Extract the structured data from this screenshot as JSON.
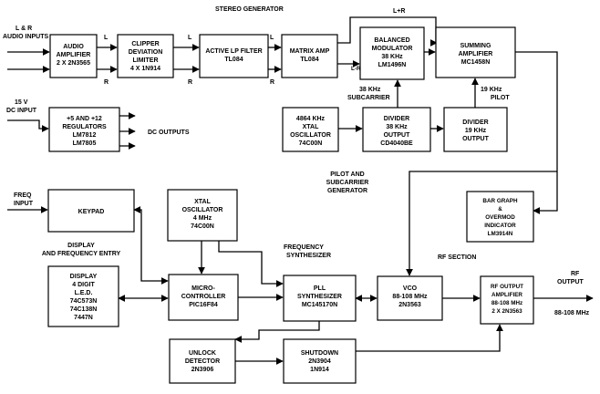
{
  "title": "STEREO GENERATOR",
  "blocks": {
    "audio_amp": [
      "AUDIO",
      "AMPLIFIER",
      "2 X 2N3565"
    ],
    "clipper": [
      "CLIPPER",
      "DEVIATION",
      "LIMITER",
      "4 X 1N914"
    ],
    "lp_filter": [
      "ACTIVE LP FILTER",
      "TL084"
    ],
    "matrix_amp": [
      "MATRIX AMP",
      "TL084"
    ],
    "bal_mod": [
      "BALANCED",
      "MODULATOR",
      "38 KHz",
      "LM1496N"
    ],
    "summing_amp": [
      "SUMMING",
      "AMPLIFIER",
      "MC1458N"
    ],
    "regulators": [
      "+5 AND +12",
      "REGULATORS",
      "LM7812",
      "LM7805"
    ],
    "xtal_osc_top": [
      "4864 KHz",
      "XTAL",
      "OSCILLATOR",
      "74C00N"
    ],
    "divider_38": [
      "DIVIDER",
      "38 KHz",
      "OUTPUT",
      "CD4040BE"
    ],
    "divider_19": [
      "DIVIDER",
      "19 KHz",
      "OUTPUT"
    ],
    "keypad": [
      "KEYPAD"
    ],
    "xtal_osc_4": [
      "XTAL",
      "OSCILLATOR",
      "4 MHz",
      "74C00N"
    ],
    "bar_graph": [
      "BAR GRAPH",
      "&",
      "OVERMOD",
      "INDICATOR",
      "LM3914N"
    ],
    "display": [
      "DISPLAY",
      "4 DIGIT",
      "L.E.D.",
      "74C573N",
      "74C138N",
      "7447N"
    ],
    "micro": [
      "MICRO-",
      "CONTROLLER",
      "PIC16F84"
    ],
    "pll": [
      "PLL",
      "SYNTHESIZER",
      "MC145170N"
    ],
    "vco": [
      "VCO",
      "88-108 MHz",
      "2N3563"
    ],
    "rf_amp": [
      "RF OUTPUT",
      "AMPLIFIER",
      "88-108 MHz",
      "2 X 2N3563"
    ],
    "unlock": [
      "UNLOCK",
      "DETECTOR",
      "2N3906"
    ],
    "shutdown": [
      "SHUTDOWN",
      "2N3904",
      "1N914"
    ]
  },
  "labels": {
    "audio_inputs": [
      "L & R",
      "AUDIO INPUTS"
    ],
    "dc_input": [
      "15 V",
      "DC INPUT"
    ],
    "dc_outputs": "DC OUTPUTS",
    "l_plus_r": "L+R",
    "l_minus_r": "L-R",
    "L": "L",
    "R": "R",
    "subcarrier": [
      "38 KHz",
      "SUBCARRIER"
    ],
    "pilot": [
      "19 KHz",
      "PILOT"
    ],
    "pilot_gen": [
      "PILOT AND",
      "SUBCARRIER",
      "GENERATOR"
    ],
    "freq_input": [
      "FREQ",
      "INPUT"
    ],
    "display_entry": [
      "DISPLAY",
      "AND FREQUENCY ENTRY"
    ],
    "freq_synth": [
      "FREQUENCY",
      "SYNTHESIZER"
    ],
    "rf_section": "RF SECTION",
    "rf_output": [
      "RF",
      "OUTPUT"
    ],
    "rf_band": "88-108 MHz"
  }
}
